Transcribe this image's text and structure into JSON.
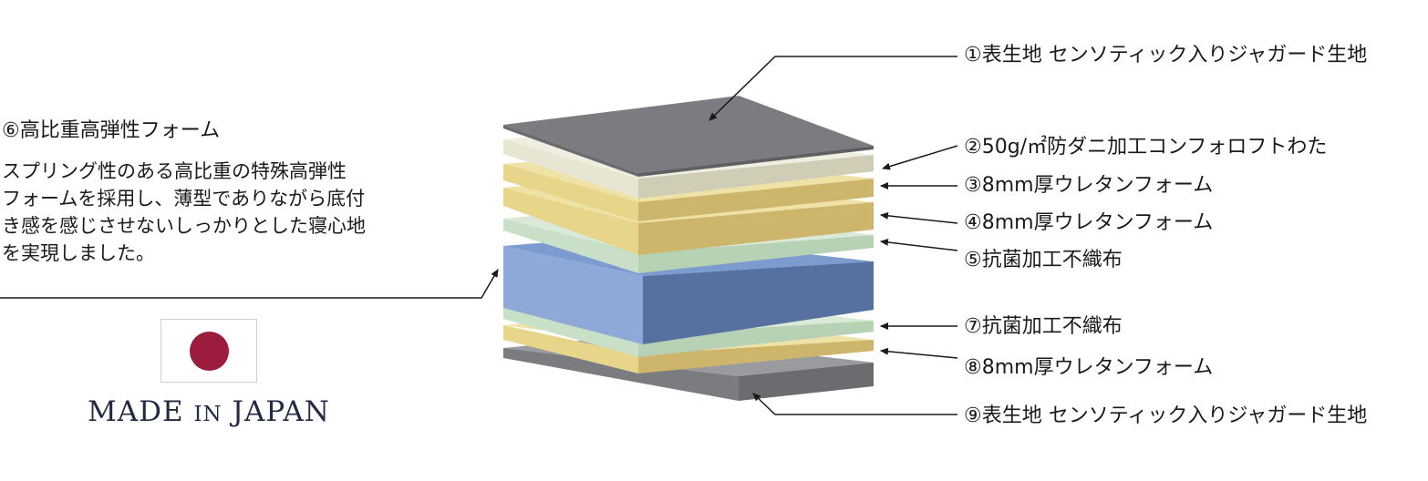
{
  "layers": {
    "l1": "①表生地 センソティック入りジャガード生地",
    "l2": "②50g/㎡防ダニ加工コンフォロフトわた",
    "l3": "③8mm厚ウレタンフォーム",
    "l4": "④8mm厚ウレタンフォーム",
    "l5": "⑤抗菌加工不織布",
    "l7": "⑦抗菌加工不織布",
    "l8": "⑧8mm厚ウレタンフォーム",
    "l9": "⑨表生地 センソティック入りジャガード生地"
  },
  "foam": {
    "title": "⑥高比重高弾性フォーム",
    "desc": [
      "スプリング性のある高比重の特殊高弾性",
      "フォームを採用し、薄型でありながら底付",
      "き感を感じさせないしっかりとした寝心地",
      "を実現しました。"
    ]
  },
  "badge": {
    "made_a": "MADE ",
    "made_b": "IN",
    "made_c": " JAPAN"
  },
  "colors": {
    "gray_fabric": "#7b7c80",
    "cream_wadding": "#e7e6d2",
    "yellow_urethane": "#e7d58a",
    "green_nonwoven": "#c9dfc7",
    "blue_foam": "#6e8fc3",
    "flag_red": "#9b1c3c"
  }
}
